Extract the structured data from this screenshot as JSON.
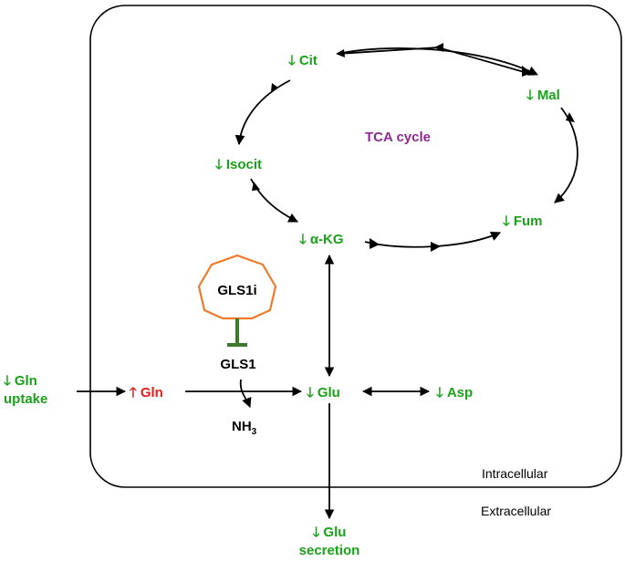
{
  "compartments": {
    "inside": "Intracellular",
    "outside": "Extracellular"
  },
  "cycle": {
    "title": "TCA cycle",
    "metabolites": {
      "cit": "Cit",
      "mal": "Mal",
      "isocit": "Isocit",
      "fum": "Fum",
      "akg": "α-KG"
    }
  },
  "nodes": {
    "glu": "Glu",
    "asp": "Asp",
    "gln": "Gln",
    "gls1": "GLS1",
    "gls1i": "GLS1i",
    "nh3": "NH",
    "nh3_sub": "3",
    "gln_uptake_line1": "Gln",
    "gln_uptake_line2": "uptake",
    "glu_secretion_line1": "Glu",
    "glu_secretion_line2": "secretion"
  },
  "indicators": {
    "decrease": "🡓",
    "increase": "🡑"
  },
  "colors": {
    "decreased": "#1aa11a",
    "increased": "#e0201c",
    "title": "#8b2a8f",
    "inhibitor_ring": "#f07a2a",
    "inhibition_bar": "#3a7a2a"
  }
}
